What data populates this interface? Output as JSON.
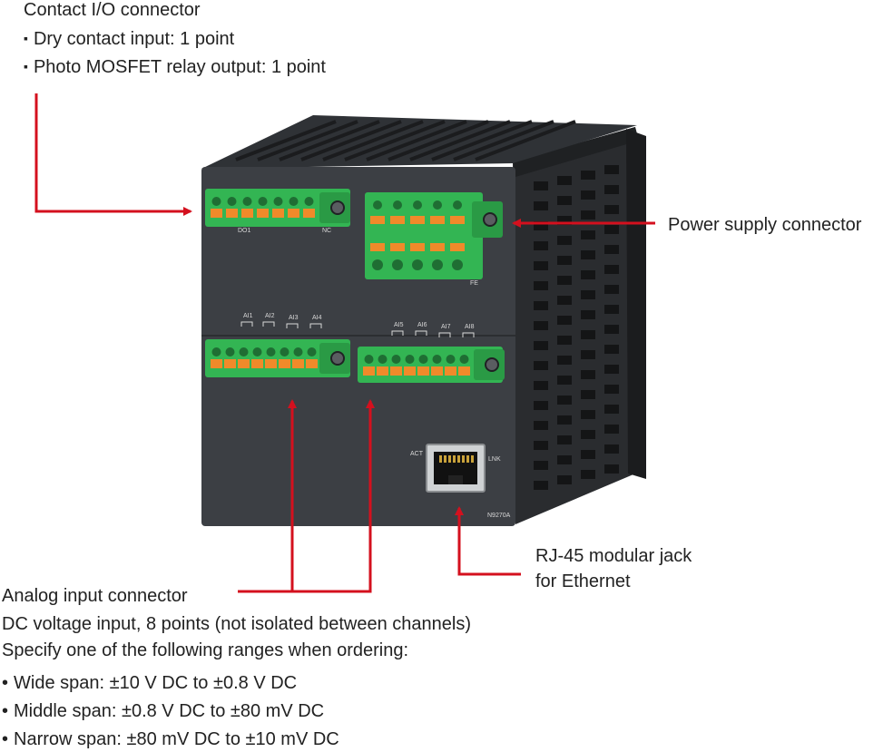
{
  "callouts": {
    "contact_io": {
      "title": "Contact I/O connector",
      "items": [
        "Dry contact input: 1 point",
        "Photo MOSFET relay output: 1 point"
      ]
    },
    "power": {
      "title": "Power supply connector"
    },
    "rj45": {
      "line1": "RJ-45 modular jack",
      "line2": "for Ethernet"
    },
    "analog": {
      "title": "Analog input connector",
      "line1": "DC voltage input, 8 points (not isolated between channels)",
      "line2": "Specify one of the following ranges when ordering:",
      "items": [
        "Wide span: ±10 V DC to ±0.8 V DC",
        "Middle span: ±0.8 V DC to ±80 mV DC",
        "Narrow span: ±80 mV DC to ±10 mV DC"
      ]
    }
  },
  "device": {
    "model": "N9270A",
    "do_label": "DO1",
    "nc_label": "NC",
    "fe_label": "FE",
    "act_label": "ACT",
    "lnk_label": "LNK",
    "ai_labels": [
      "AI1",
      "AI2",
      "AI3",
      "AI4",
      "AI5",
      "AI6",
      "AI7",
      "AI8"
    ]
  },
  "colors": {
    "arrow": "#d4101e",
    "housing": "#3a3d41",
    "connector": "#33b553",
    "terminal": "#f08a2a"
  }
}
